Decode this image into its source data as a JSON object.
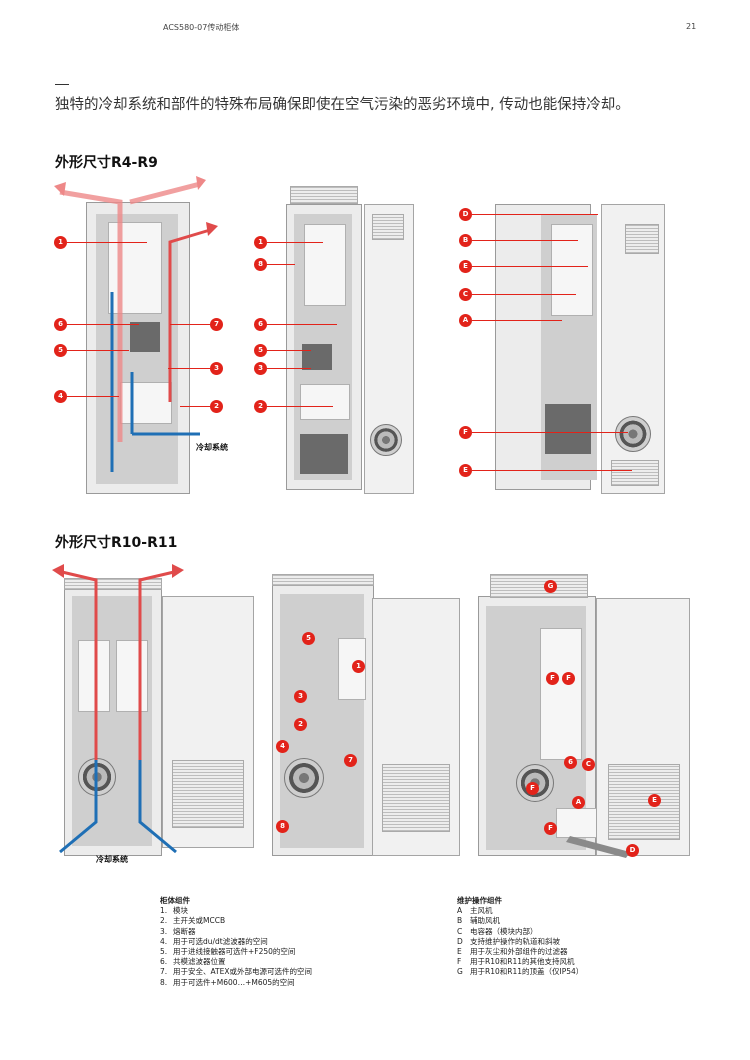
{
  "header": {
    "doc_title": "ACS580-07传动柜体",
    "page_number": "21"
  },
  "intro": {
    "text": "独特的冷却系统和部件的特殊布局确保即使在空气污染的恶劣环境中, 传动也能保持冷却。"
  },
  "section1": {
    "title": "外形尺寸R4-R9",
    "cooling_label": "冷却系统",
    "fig1_badges": [
      "1",
      "6",
      "5",
      "4",
      "7",
      "3",
      "2"
    ],
    "fig2_badges": [
      "1",
      "8",
      "6",
      "5",
      "3",
      "2"
    ],
    "fig3_badges": [
      "D",
      "B",
      "E",
      "C",
      "A",
      "F",
      "E"
    ]
  },
  "section2": {
    "title": "外形尺寸R10-R11",
    "cooling_label": "冷却系统",
    "fig2_badges": [
      "5",
      "1",
      "3",
      "2",
      "4",
      "7",
      "8"
    ],
    "fig3_badges": [
      "G",
      "F",
      "F",
      "6",
      "C",
      "F",
      "A",
      "E",
      "F",
      "D"
    ]
  },
  "legend_left": {
    "title": "柜体组件",
    "items": [
      {
        "k": "1.",
        "t": "模块"
      },
      {
        "k": "2.",
        "t": "主开关或MCCB"
      },
      {
        "k": "3.",
        "t": "熔断器"
      },
      {
        "k": "4.",
        "t": "用于可选du/dt滤波器的空间"
      },
      {
        "k": "5.",
        "t": "用于进线接触器可选件+F250的空间"
      },
      {
        "k": "6.",
        "t": "共模滤波器位置"
      },
      {
        "k": "7.",
        "t": "用于安全、ATEX或外部电源可选件的空间"
      },
      {
        "k": "8.",
        "t": "用于可选件+M600…+M605的空间"
      }
    ]
  },
  "legend_right": {
    "title": "维护操作组件",
    "items": [
      {
        "k": "A",
        "t": "主风机"
      },
      {
        "k": "B",
        "t": "辅助风机"
      },
      {
        "k": "C",
        "t": "电容器（模块内部）"
      },
      {
        "k": "D",
        "t": "支持维护操作的轨道和斜坡"
      },
      {
        "k": "E",
        "t": "用于灰尘和外部组件的过滤器"
      },
      {
        "k": "F",
        "t": "用于R10和R11的其他支持风机"
      },
      {
        "k": "G",
        "t": "用于R10和R11的顶盖（仅IP54）"
      }
    ]
  },
  "colors": {
    "accent_red": "#e2231a",
    "cool_blue": "#1f6fb5",
    "warm_red": "#e04b4b"
  }
}
